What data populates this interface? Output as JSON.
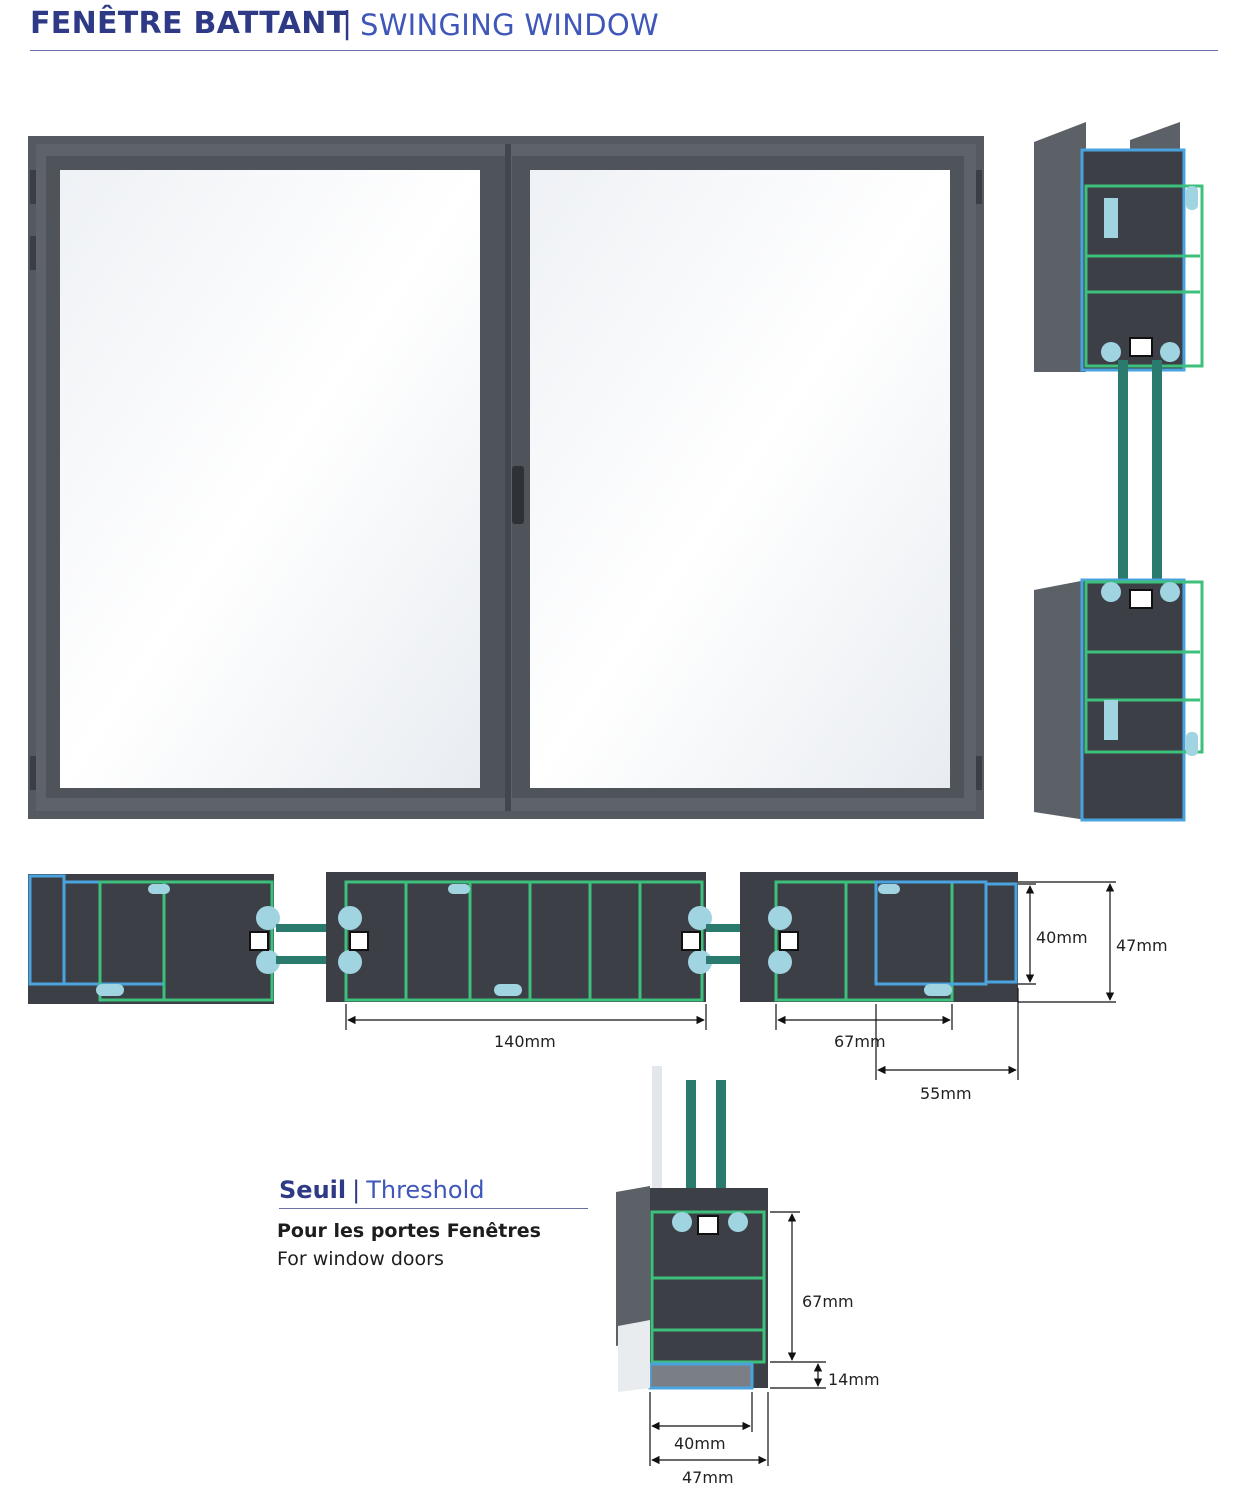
{
  "header": {
    "title_fr": "FENÊTRE BATTANT",
    "separator": "|",
    "title_en": "SWINGING WINDOW"
  },
  "dimensions": {
    "overall_width": "140mm",
    "frame_height_inner": "40mm",
    "frame_height_outer": "47mm",
    "sash_depth": "67mm",
    "frame_depth": "55mm"
  },
  "threshold": {
    "title_fr": "Seuil",
    "separator": "|",
    "title_en": "Threshold",
    "subtitle_fr": "Pour les portes Fenêtres",
    "subtitle_en": "For window doors",
    "height": "67mm",
    "sill_height": "14mm",
    "width_inner": "40mm",
    "width_outer": "47mm"
  },
  "colors": {
    "frame": "#5a5f66",
    "thermal_break": "#3cc07c",
    "profile_edge": "#4aa3de",
    "glass": "#2b7a6e",
    "gasket": "#9fd4e0",
    "title_blue": "#2e3a86"
  }
}
